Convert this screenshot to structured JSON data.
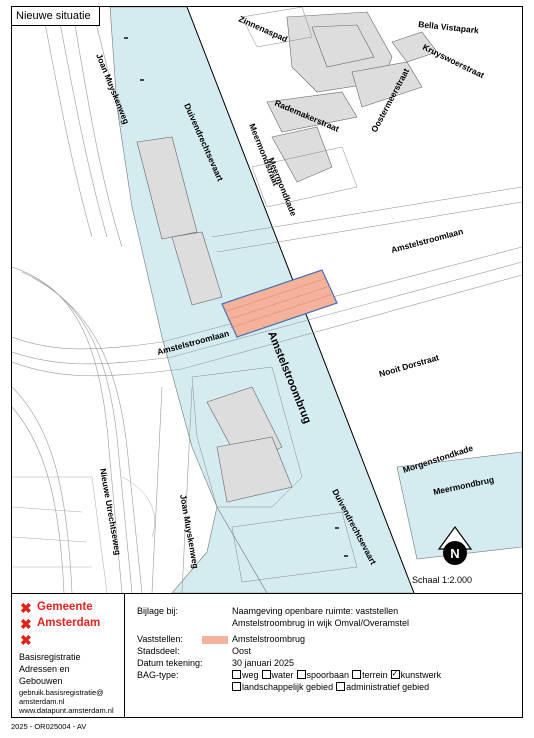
{
  "map": {
    "title": "Nieuwe situatie",
    "streets": {
      "zinnenaspad": "Zinnenaspad",
      "bella": "Bella Vistapark",
      "kruyswoerstraat": "Kruyswoerstraat",
      "joan1": "Joan Muyskenweg",
      "duivendrecht1": "Duivendrechtsevaart",
      "meermondstraat": "Meermondstraat",
      "rademaker": "Rademakerstraat",
      "oostermeer": "Oostermeerstraat",
      "meermondkade": "Meermondkade",
      "amstel_r": "Amstelstroomlaan",
      "amstel_l": "Amstelstroomlaan",
      "brug": "Amstelstroombrug",
      "nooit": "Nooit Dorstraat",
      "morgen": "Morgenstondkade",
      "meermondbrug": "Meermondbrug",
      "nieuwe": "Nieuwe Utrechtseweg",
      "joan2": "Joan Muyskenweg",
      "duivendrecht2": "Duivendrechtsevaart"
    },
    "north": "N",
    "scale": "Schaal 1:2.000"
  },
  "logo": {
    "line1": "Gemeente",
    "line2": "Amsterdam",
    "dept1": "Basisregistratie",
    "dept2": "Adressen en",
    "dept3": "Gebouwen",
    "email1": "gebruik.basisregistratie@",
    "email2": "amsterdam.nl",
    "website": "www.datapunt.amsterdam.nl"
  },
  "info": {
    "bijlage_label": "Bijlage bij:",
    "bijlage_line1": "Naamgeving openbare ruimte: vaststellen",
    "bijlage_line2": "Amstelstroombrug in wijk Omval/Overamstel",
    "vaststellen_label": "Vaststellen:",
    "vaststellen_value": "Amstelstroombrug",
    "stadsdeel_label": "Stadsdeel:",
    "stadsdeel_value": "Oost",
    "datum_label": "Datum tekening:",
    "datum_value": "30 januari 2025",
    "bag_label": "BAG-type:",
    "bag_options": [
      {
        "label": "weg",
        "checked": false
      },
      {
        "label": "water",
        "checked": false
      },
      {
        "label": "spoorbaan",
        "checked": false
      },
      {
        "label": "terrein",
        "checked": false
      },
      {
        "label": "kunstwerk",
        "checked": true
      },
      {
        "label": "landschappelijk gebied",
        "checked": false
      },
      {
        "label": "administratief gebied",
        "checked": false
      }
    ]
  },
  "footer": "2025 - OR025004 - AV",
  "colors": {
    "water": "#d4ecef",
    "highlight": "#f4b29a",
    "logo_red": "#e4231d"
  }
}
